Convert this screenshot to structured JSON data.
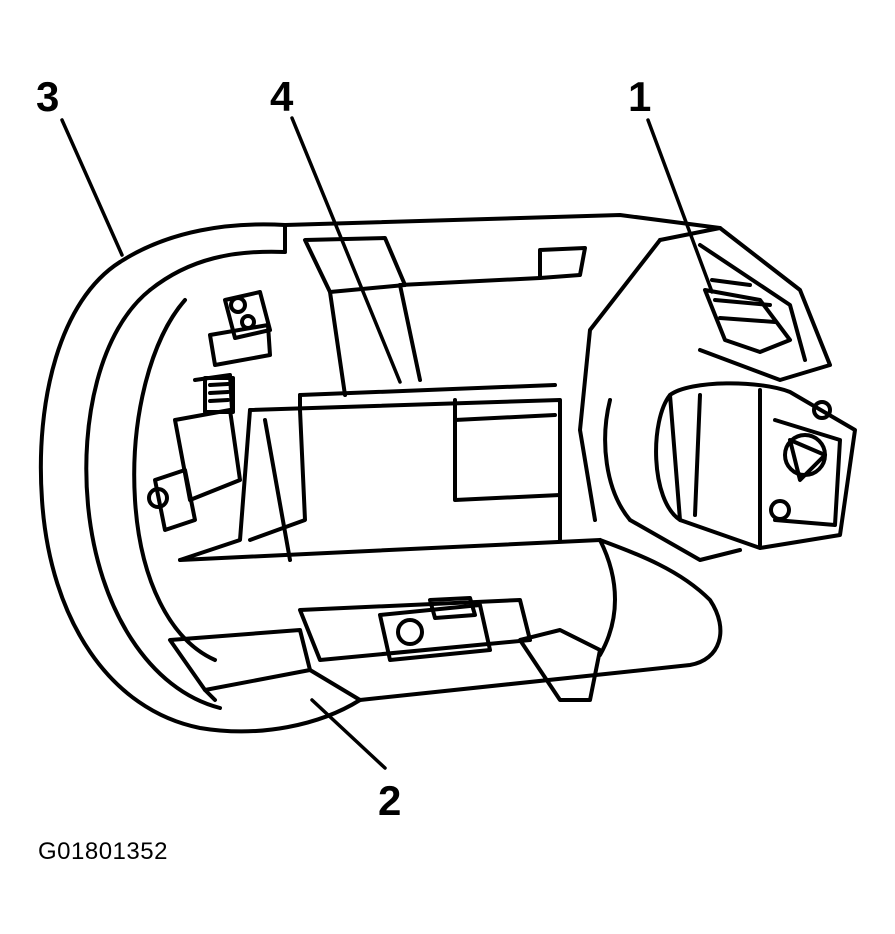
{
  "callouts": [
    {
      "id": "1",
      "label": "1"
    },
    {
      "id": "2",
      "label": "2"
    },
    {
      "id": "3",
      "label": "3"
    },
    {
      "id": "4",
      "label": "4"
    }
  ],
  "figure_id": "G01801352",
  "colors": {
    "ink": "#000000",
    "paper": "#ffffff"
  }
}
